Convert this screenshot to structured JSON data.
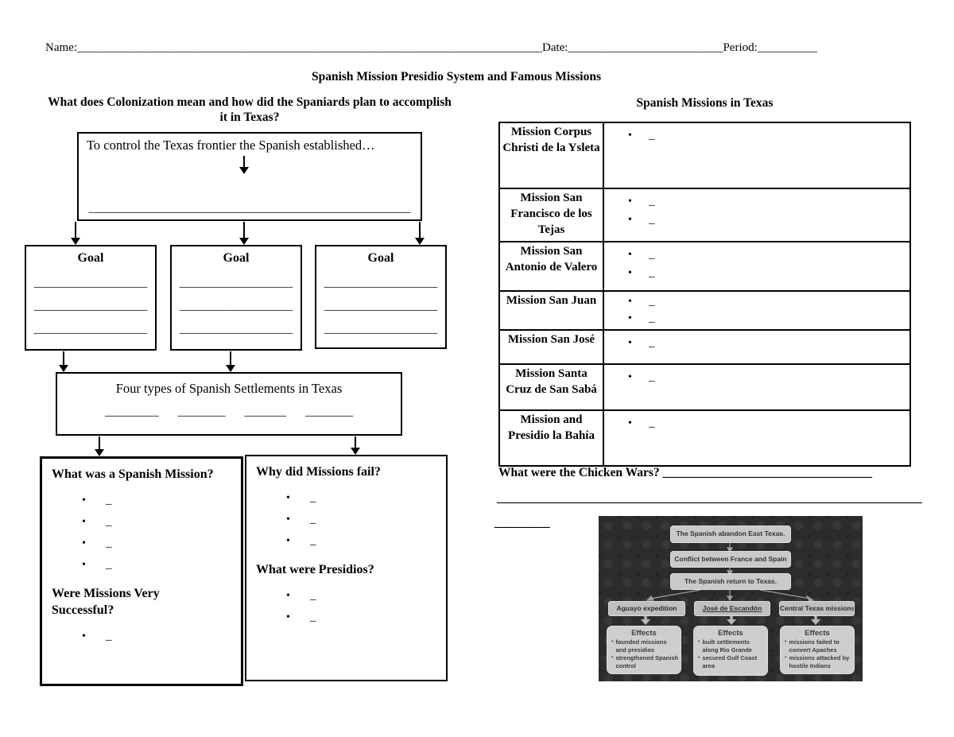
{
  "header": {
    "name_label": "Name:",
    "name_blank": "______________________________________________________________________________",
    "date_label": "Date:",
    "date_blank": "__________________________",
    "period_label": "Period:",
    "period_blank": "__________",
    "title": "Spanish Mission Presidio System and Famous Missions"
  },
  "colonization": {
    "heading": "What does Colonization mean and how did the Spaniards plan to accomplish it in Texas?",
    "intro_text": "To control the Texas frontier the Spanish established…",
    "intro_blank": "______________________________________________________",
    "goals": [
      {
        "title": "Goal",
        "lines": [
          "___________________",
          "___________________",
          "___________________"
        ]
      },
      {
        "title": "Goal",
        "lines": [
          "___________________",
          "___________________",
          "___________________"
        ]
      },
      {
        "title": "Goal",
        "lines": [
          "___________________",
          "___________________",
          "___________________"
        ]
      }
    ],
    "four_types_text": "Four types of Spanish Settlements in Texas",
    "four_types_blanks": [
      "_________",
      "________",
      "_______",
      "________"
    ],
    "mission_question": {
      "q1": "What was a Spanish Mission?",
      "q1_bullets": [
        "_",
        "_",
        "_",
        "_"
      ],
      "q2": "Were Missions Very Successful?",
      "q2_bullets": [
        "_"
      ]
    },
    "fail_question": {
      "q1": "Why did Missions fail?",
      "q1_bullets": [
        "_",
        "_",
        "_"
      ],
      "q2": "What were Presidios?",
      "q2_bullets": [
        "_",
        "_"
      ]
    }
  },
  "missions": {
    "title": "Spanish Missions in Texas",
    "rows": [
      {
        "name": "Mission Corpus Christi de la Ysleta",
        "bullets": [
          "_"
        ]
      },
      {
        "name": "Mission San Francisco de los Tejas",
        "bullets": [
          "_",
          "_"
        ]
      },
      {
        "name": "Mission San Antonio de Valero",
        "bullets": [
          "_",
          "_"
        ]
      },
      {
        "name": "Mission San Juan",
        "bullets": [
          "_",
          "_"
        ]
      },
      {
        "name": "Mission San José",
        "bullets": [
          "_"
        ]
      },
      {
        "name": "Mission Santa Cruz de San Sabá",
        "bullets": [
          "_"
        ]
      },
      {
        "name": "Mission and Presidio la Bahía",
        "bullets": [
          "_"
        ]
      }
    ]
  },
  "chicken_wars": {
    "label": "What were the Chicken Wars?",
    "blank1": "__________________________________",
    "blank2": "_____________________________________________________________________",
    "blank3": "_________"
  },
  "figure": {
    "sequence": [
      "The Spanish abandon East Texas.",
      "Conflict between France and Spain",
      "The Spanish return to Texas."
    ],
    "branches": [
      {
        "header": "Aguayo expedition",
        "effects_title": "Effects",
        "effects": [
          "founded missions and presidios",
          "strengthened Spanish control"
        ]
      },
      {
        "header": "José de Escandón",
        "effects_title": "Effects",
        "effects": [
          "built settlements along Rio Grande",
          "secured Gulf Coast area"
        ]
      },
      {
        "header": "Central Texas missions",
        "effects_title": "Effects",
        "effects": [
          "missions failed to convert Apaches",
          "missions attacked by hostile Indians"
        ]
      }
    ],
    "colors": {
      "background": "#2d2c2b",
      "box_fill": "#c9c9c9",
      "box_text": "#333333",
      "connector": "#a9a9a9"
    }
  }
}
